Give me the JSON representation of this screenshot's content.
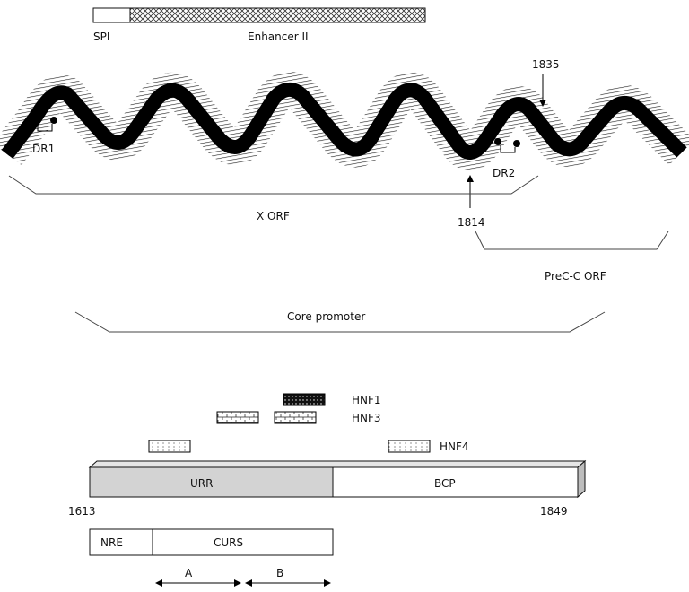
{
  "top_bar": {
    "spi_label": "SPI",
    "enhancer_label": "Enhancer II"
  },
  "helix": {
    "dr1_label": "DR1",
    "dr2_label": "DR2",
    "pos_1835": "1835",
    "pos_1814": "1814",
    "x_orf_label": "X ORF",
    "prec_orf_label": "PreC-C ORF",
    "core_promoter_label": "Core promoter"
  },
  "factors": {
    "hnf1": "HNF1",
    "hnf3": "HNF3",
    "hnf4": "HNF4"
  },
  "promoter_map": {
    "urr_label": "URR",
    "bcp_label": "BCP",
    "start_pos": "1613",
    "end_pos": "1849",
    "nre_label": "NRE",
    "curs_label": "CURS",
    "a_label": "A",
    "b_label": "B"
  },
  "colors": {
    "urr_fill": "#d3d3d3",
    "helix_dark": "#000000",
    "box_stroke": "#111111"
  }
}
